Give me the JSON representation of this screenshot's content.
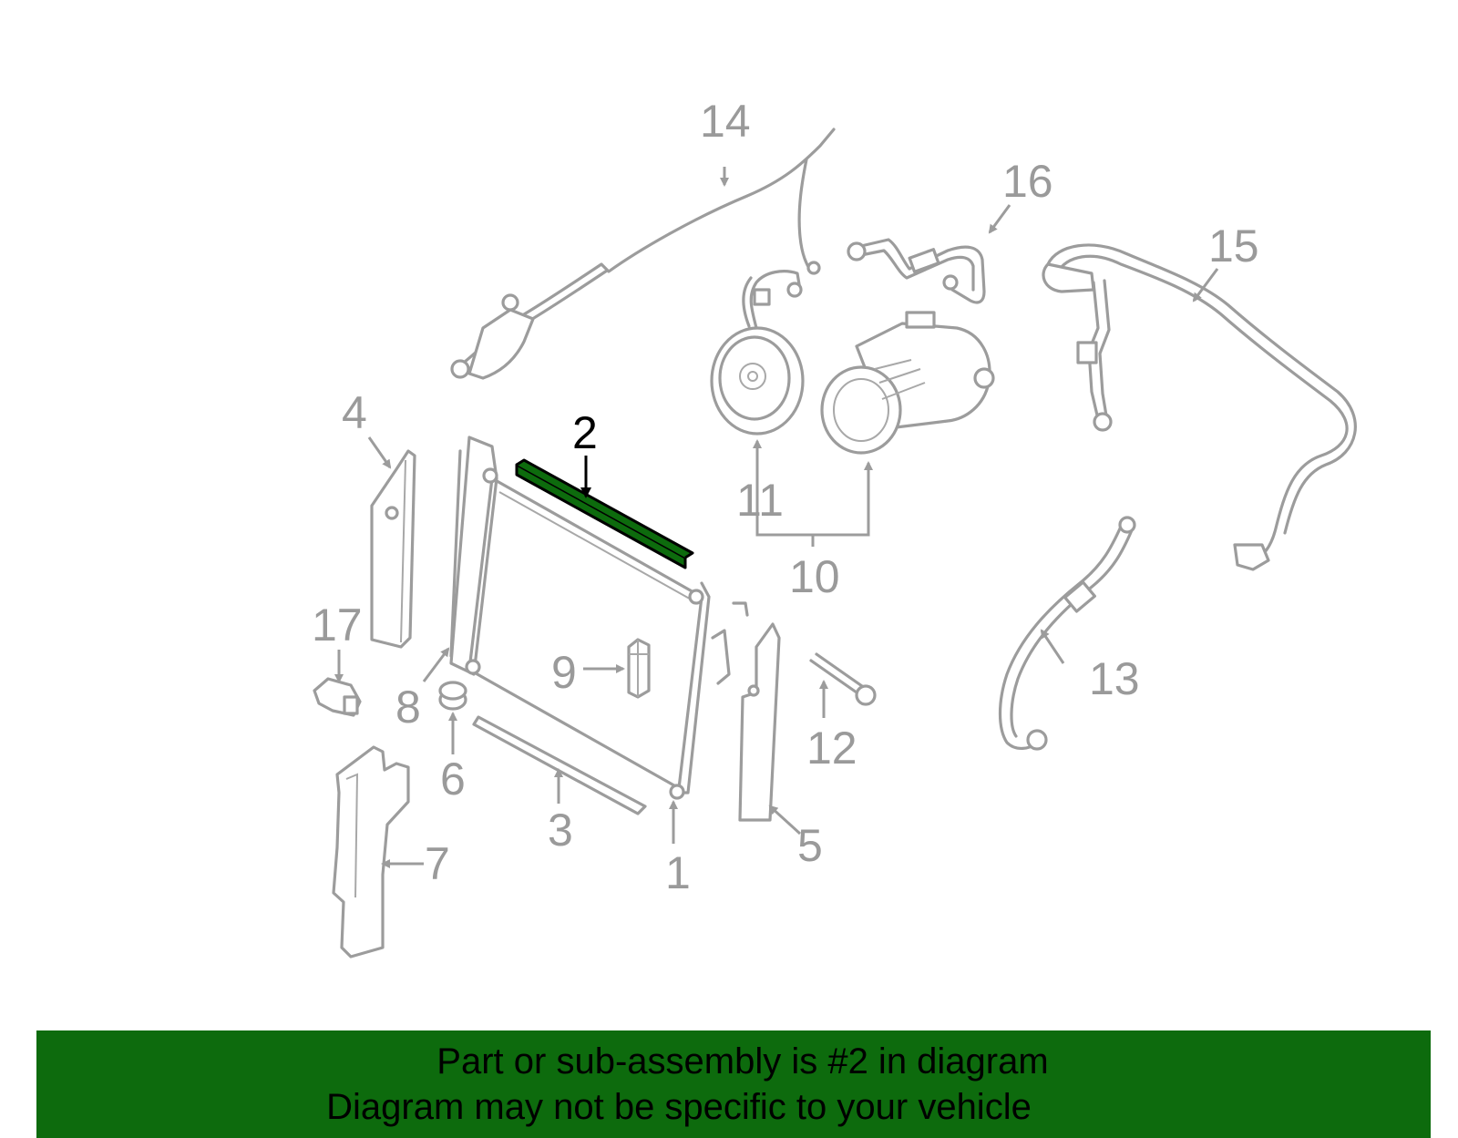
{
  "diagram": {
    "highlight_color": "#0d6b0d",
    "part_color": "#9c9c9c",
    "highlighted_callout": "2",
    "callouts": [
      "1",
      "2",
      "3",
      "4",
      "5",
      "6",
      "7",
      "8",
      "9",
      "10",
      "11",
      "12",
      "13",
      "14",
      "15",
      "16",
      "17"
    ]
  },
  "banner": {
    "line1": "Part or sub-assembly is #2 in diagram",
    "line2": "Diagram may not be specific to your vehicle",
    "background": "#0d6b0d"
  }
}
